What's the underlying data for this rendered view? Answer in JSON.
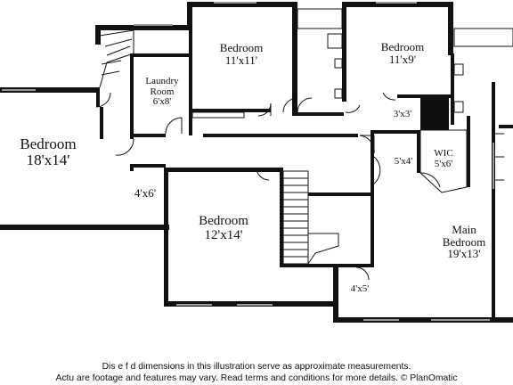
{
  "rooms": {
    "bedroom_left": {
      "name": "Bedroom",
      "size": "18'x14'"
    },
    "bedroom_top": {
      "name": "Bedroom",
      "size": "11'x11'"
    },
    "laundry": {
      "name": "Laundry Room",
      "size": "6'x8'"
    },
    "bedroom_top_right": {
      "name": "Bedroom",
      "size": "11'x9'"
    },
    "closet_small": {
      "size": "3'x3'"
    },
    "closet_mid": {
      "size": "5'x4'"
    },
    "wic": {
      "name": "WIC",
      "size": "5'x6'"
    },
    "hall_closet": {
      "size": "4'x6'"
    },
    "bedroom_center": {
      "name": "Bedroom",
      "size": "12'x14'"
    },
    "main_bedroom": {
      "name": "Main Bedroom",
      "size": "19'x13'"
    },
    "bath_closet": {
      "size": "4'x5'"
    }
  },
  "disclaimer": {
    "line1": "Dis       e f                       d dimensions in this illustration serve as approximate measurements.",
    "line2": "Actu       are footage and features may vary. Read terms and conditions for more details. © PlanOmatic"
  },
  "colors": {
    "wall": "#111111",
    "window": "#999999",
    "background": "#ffffff"
  }
}
